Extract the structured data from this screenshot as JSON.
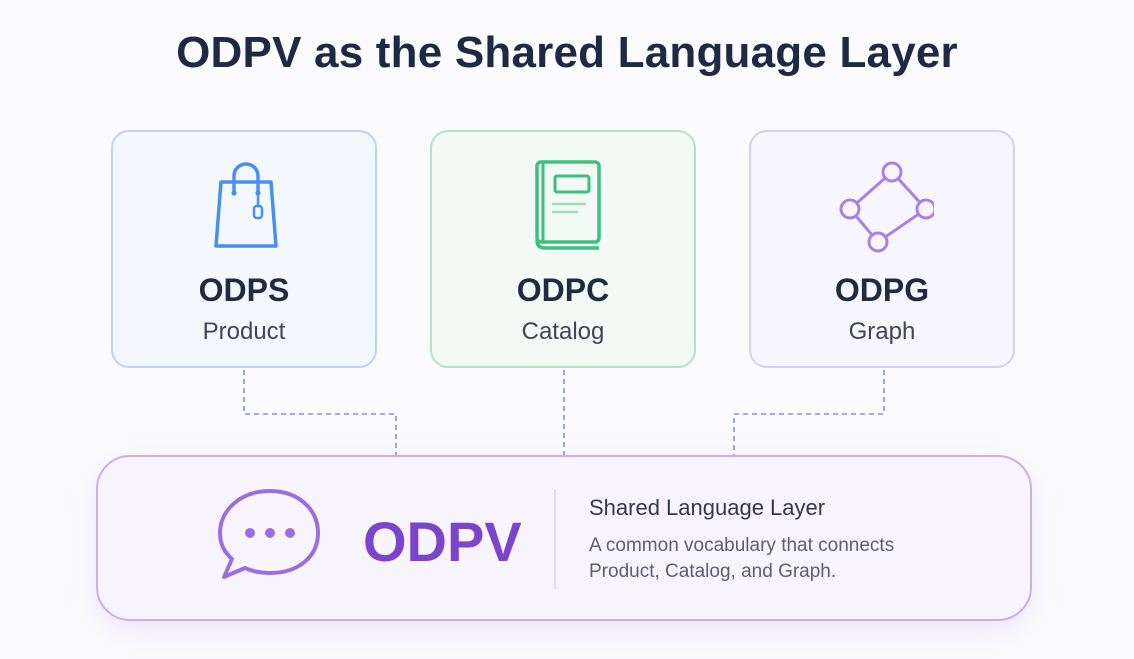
{
  "title": "ODPV as the Shared Language Layer",
  "cards": [
    {
      "code": "ODPS",
      "label": "Product",
      "icon": "shopping-bag-icon",
      "color": "#4a8ef0"
    },
    {
      "code": "ODPC",
      "label": "Catalog",
      "icon": "book-icon",
      "color": "#3fbf7f"
    },
    {
      "code": "ODPG",
      "label": "Graph",
      "icon": "graph-nodes-icon",
      "color": "#a682e6"
    }
  ],
  "layer": {
    "code": "ODPV",
    "icon": "chat-bubble-icon",
    "heading": "Shared Language Layer",
    "description": "A common vocabulary that connects Product, Catalog, and Graph.",
    "color": "#7b44cc"
  }
}
